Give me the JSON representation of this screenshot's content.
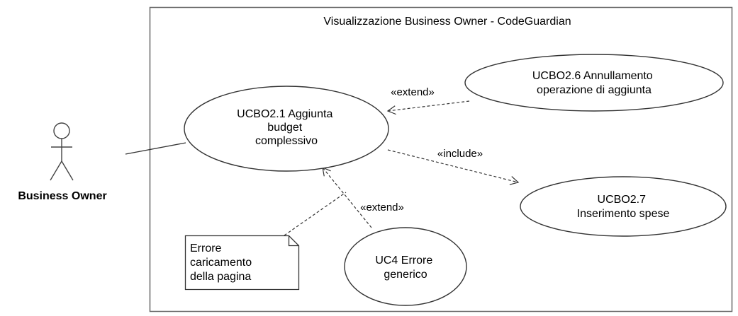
{
  "system": {
    "title": "Visualizzazione Business Owner - CodeGuardian"
  },
  "actor": {
    "name": "Business Owner"
  },
  "use_cases": {
    "ucbo21": {
      "lines": [
        "UCBO2.1 Aggiunta",
        "budget",
        "complessivo"
      ]
    },
    "ucbo26": {
      "lines": [
        "UCBO2.6 Annullamento",
        "operazione di aggiunta"
      ]
    },
    "ucbo27": {
      "lines": [
        "UCBO2.7",
        "Inserimento spese"
      ]
    },
    "uc4": {
      "lines": [
        "UC4 Errore",
        "generico"
      ]
    }
  },
  "relations": {
    "extend_26": "«extend»",
    "include_27": "«include»",
    "extend_4": "«extend»"
  },
  "note": {
    "lines": [
      "Errore",
      "caricamento",
      "della pagina"
    ]
  }
}
